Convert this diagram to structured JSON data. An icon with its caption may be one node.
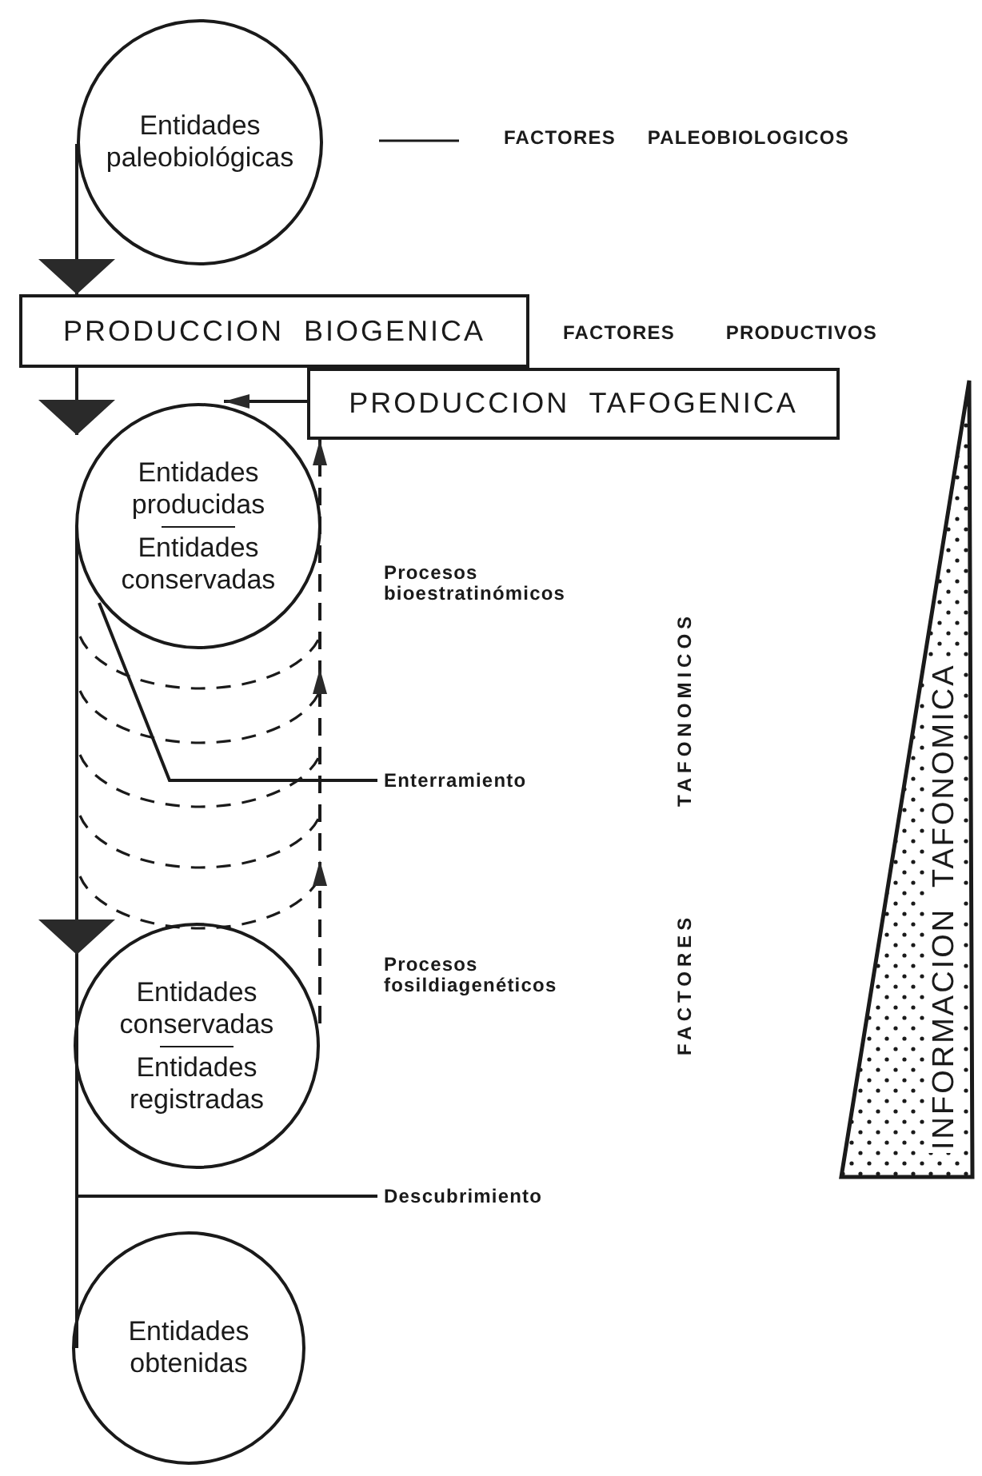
{
  "diagram": {
    "nodes": [
      {
        "text": [
          "Entidades paleobiológicas"
        ]
      },
      {
        "text": [
          "PRODUCCION BIOGENICA"
        ]
      },
      {
        "text": [
          "PRODUCCION TAFOGENICA"
        ]
      },
      {
        "text": [
          "Entidades producidas",
          "Entidades conservadas"
        ]
      },
      {
        "text": [
          "Entidades conservadas",
          "Entidades registradas"
        ]
      },
      {
        "text": [
          "Entidades obtenidas"
        ]
      },
      {
        "text": [
          "Enterramiento"
        ]
      },
      {
        "text": [
          "Descubrimiento"
        ]
      },
      {
        "text": [
          "INFORMACION TAFONOMICA"
        ]
      }
    ],
    "edges": [
      {
        "from": 0,
        "to": 1,
        "arrow": "to"
      },
      {
        "from": 1,
        "to": 3,
        "arrow": "to"
      },
      {
        "from": 2,
        "to": 3,
        "arrow": "to"
      },
      {
        "from": 3,
        "to": 4,
        "arrow": "to"
      },
      {
        "from": 4,
        "to": 5,
        "arrow": "none"
      },
      {
        "from": 4,
        "to": 2,
        "arrow": "to",
        "style": "dashed"
      },
      {
        "from": 6,
        "to": 3,
        "arrow": "none"
      },
      {
        "from": 7,
        "to": null,
        "arrow": "none"
      }
    ],
    "labels": [
      "FACTORES PALEOBIOLOGICOS",
      "FACTORES PRODUCTIVOS",
      "Procesos bioestratinómicos",
      "FACTORES TAFONOMICOS",
      "Procesos fosildiagenéticos"
    ]
  }
}
